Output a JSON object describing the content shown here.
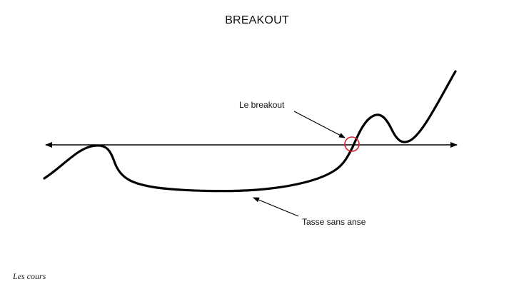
{
  "title": "BREAKOUT",
  "annotations": {
    "breakout_label": "Le breakout",
    "cup_label": "Tasse sans anse"
  },
  "footer": "Les cours",
  "colors": {
    "line": "#000000",
    "breakout_marker": "#d3202a",
    "background": "#ffffff"
  }
}
